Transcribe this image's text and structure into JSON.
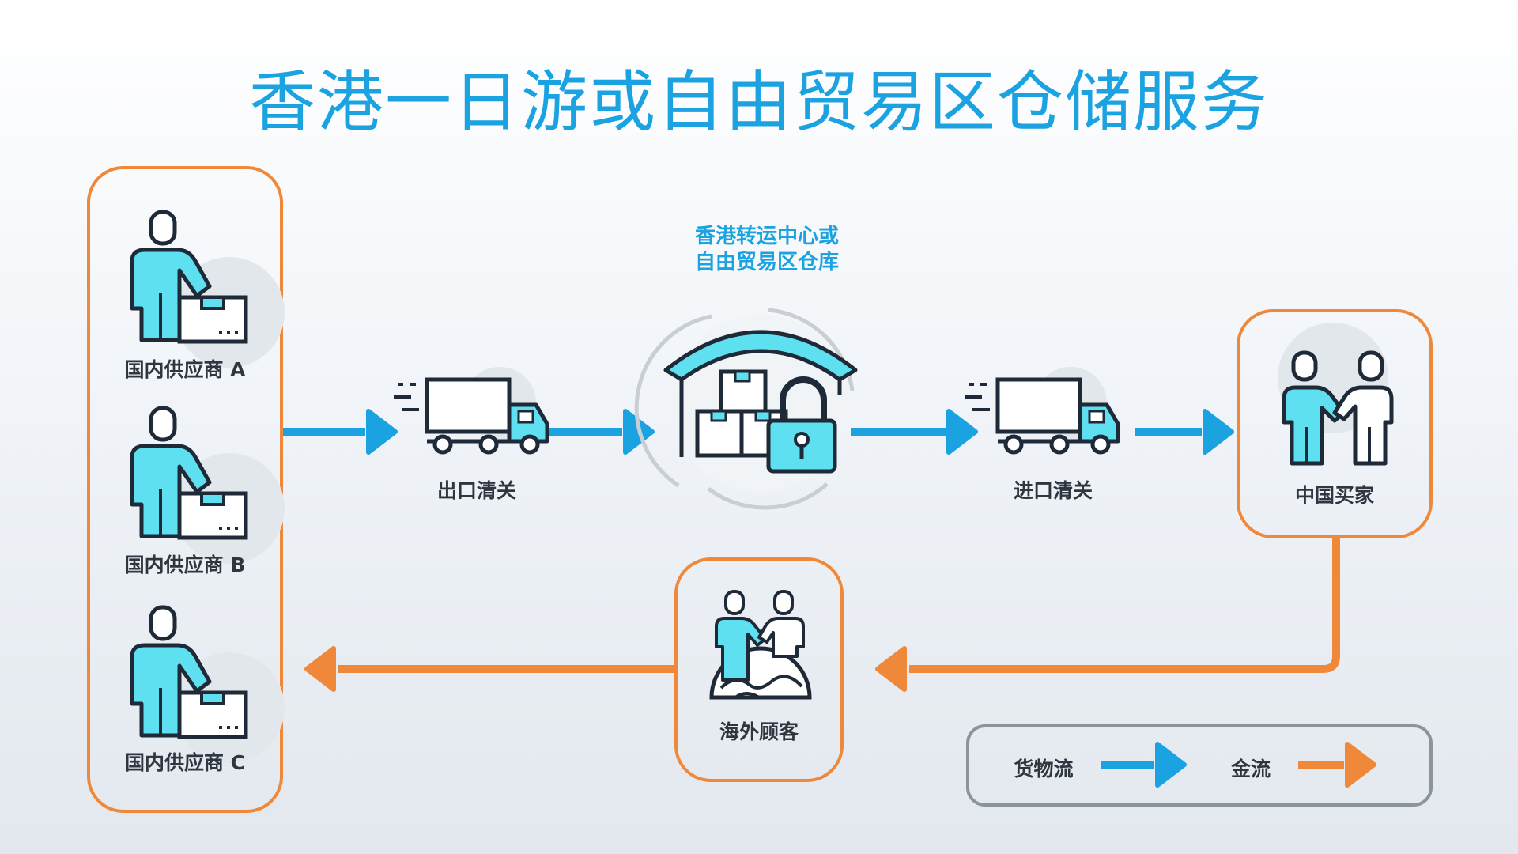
{
  "title": "香港一日游或自由贸易区仓储服务",
  "suppliers": [
    {
      "label": "国内供应商 A"
    },
    {
      "label": "国内供应商 B"
    },
    {
      "label": "国内供应商 C"
    }
  ],
  "hub": {
    "line1": "香港转运中心或",
    "line2": "自由贸易区仓库"
  },
  "export_label": "出口清关",
  "import_label": "进口清关",
  "buyer_label": "中国买家",
  "overseas_label": "海外顾客",
  "legend": {
    "goods": "货物流",
    "money": "金流"
  },
  "colors": {
    "title": "#1aa3e0",
    "goods_flow": "#1aa3e0",
    "money_flow": "#f0883a",
    "figure_fill": "#5ee0f0",
    "outline": "#1e2a38",
    "legend_border": "#8b939c"
  },
  "icons": [
    "supplier-person-box-icon",
    "truck-icon",
    "warehouse-lock-icon",
    "handshake-icon",
    "globe-people-icon"
  ]
}
